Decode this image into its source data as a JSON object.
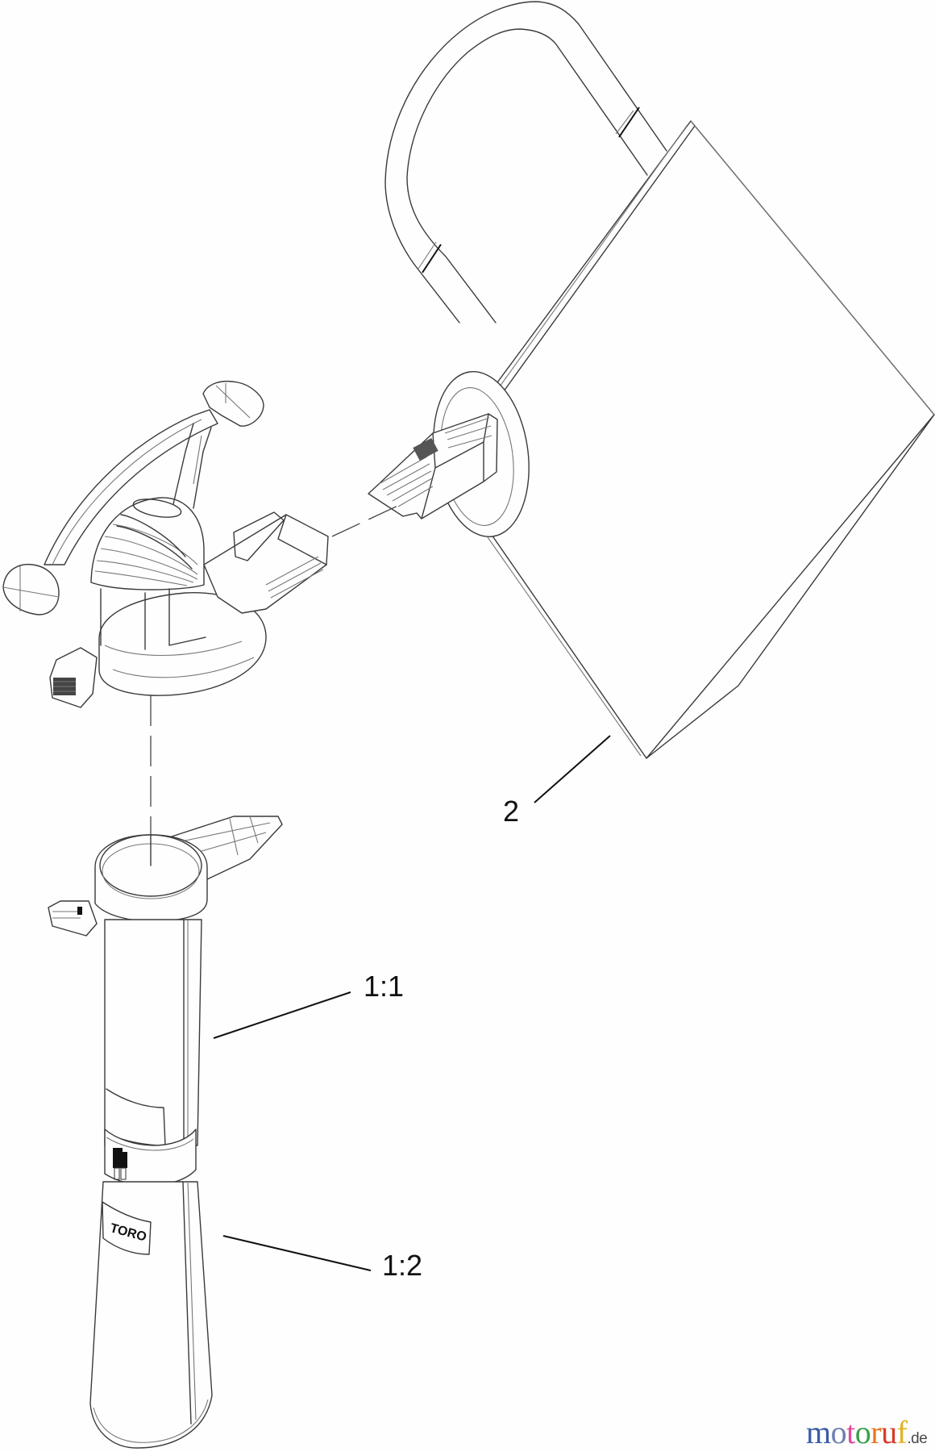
{
  "diagram": {
    "type": "exploded parts diagram",
    "subject": "Leaf blower/vacuum with collection bag and vacuum tube",
    "callouts": [
      {
        "id": "2",
        "label": "2",
        "part": "collection bag with handle"
      },
      {
        "id": "1-1",
        "label": "1:1",
        "part": "upper vacuum tube"
      },
      {
        "id": "1-2",
        "label": "1:2",
        "part": "lower vacuum tube"
      }
    ],
    "tube_logo_text": "TORO"
  },
  "watermark": {
    "letters": [
      {
        "char": "m",
        "color": "#3b5ba5"
      },
      {
        "char": "o",
        "color": "#6f7db3"
      },
      {
        "char": "t",
        "color": "#e2489b"
      },
      {
        "char": "o",
        "color": "#3c9f4a"
      },
      {
        "char": "r",
        "color": "#e8761f"
      },
      {
        "char": "u",
        "color": "#d83a2b"
      },
      {
        "char": "f",
        "color": "#e1b223"
      }
    ],
    "tld": ".de"
  }
}
